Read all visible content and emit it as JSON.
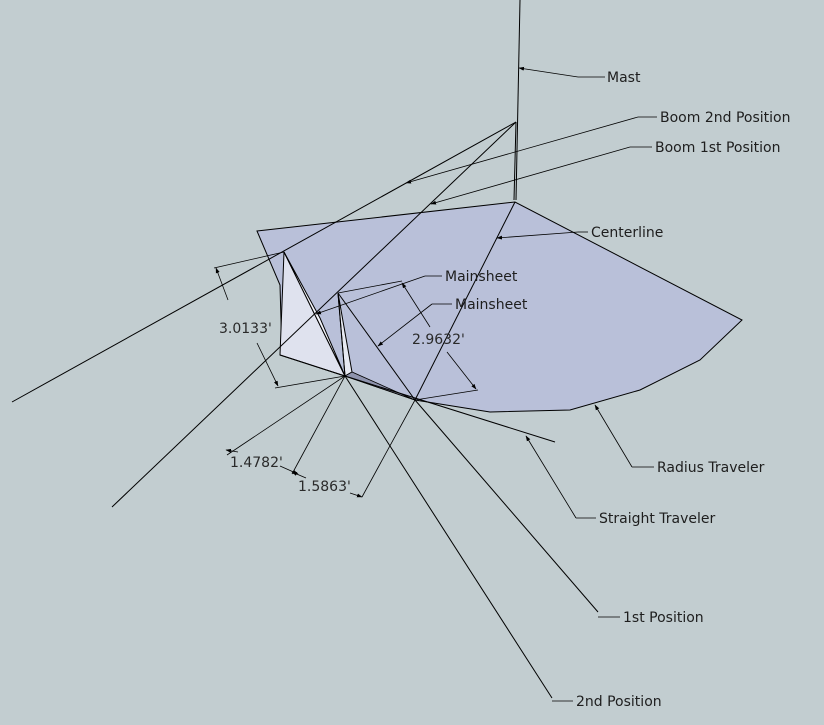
{
  "labels": {
    "mast": "Mast",
    "boom_2nd": "Boom 2nd Position",
    "boom_1st": "Boom 1st Position",
    "centerline": "Centerline",
    "mainsheet_1": "Mainsheet",
    "mainsheet_2": "Mainsheet",
    "radius_traveler": "Radius Traveler",
    "straight_traveler": "Straight Traveler",
    "pos_1st": "1st Position",
    "pos_2nd": "2nd Position"
  },
  "dimensions": {
    "d1": "3.0133'",
    "d2": "2.9632'",
    "d3": "1.4782'",
    "d4": "1.5863'"
  },
  "colors": {
    "background": "#c2cdd0",
    "sweep_fill": "#b8bfd8",
    "sail_fill": "#e9ebf5"
  }
}
